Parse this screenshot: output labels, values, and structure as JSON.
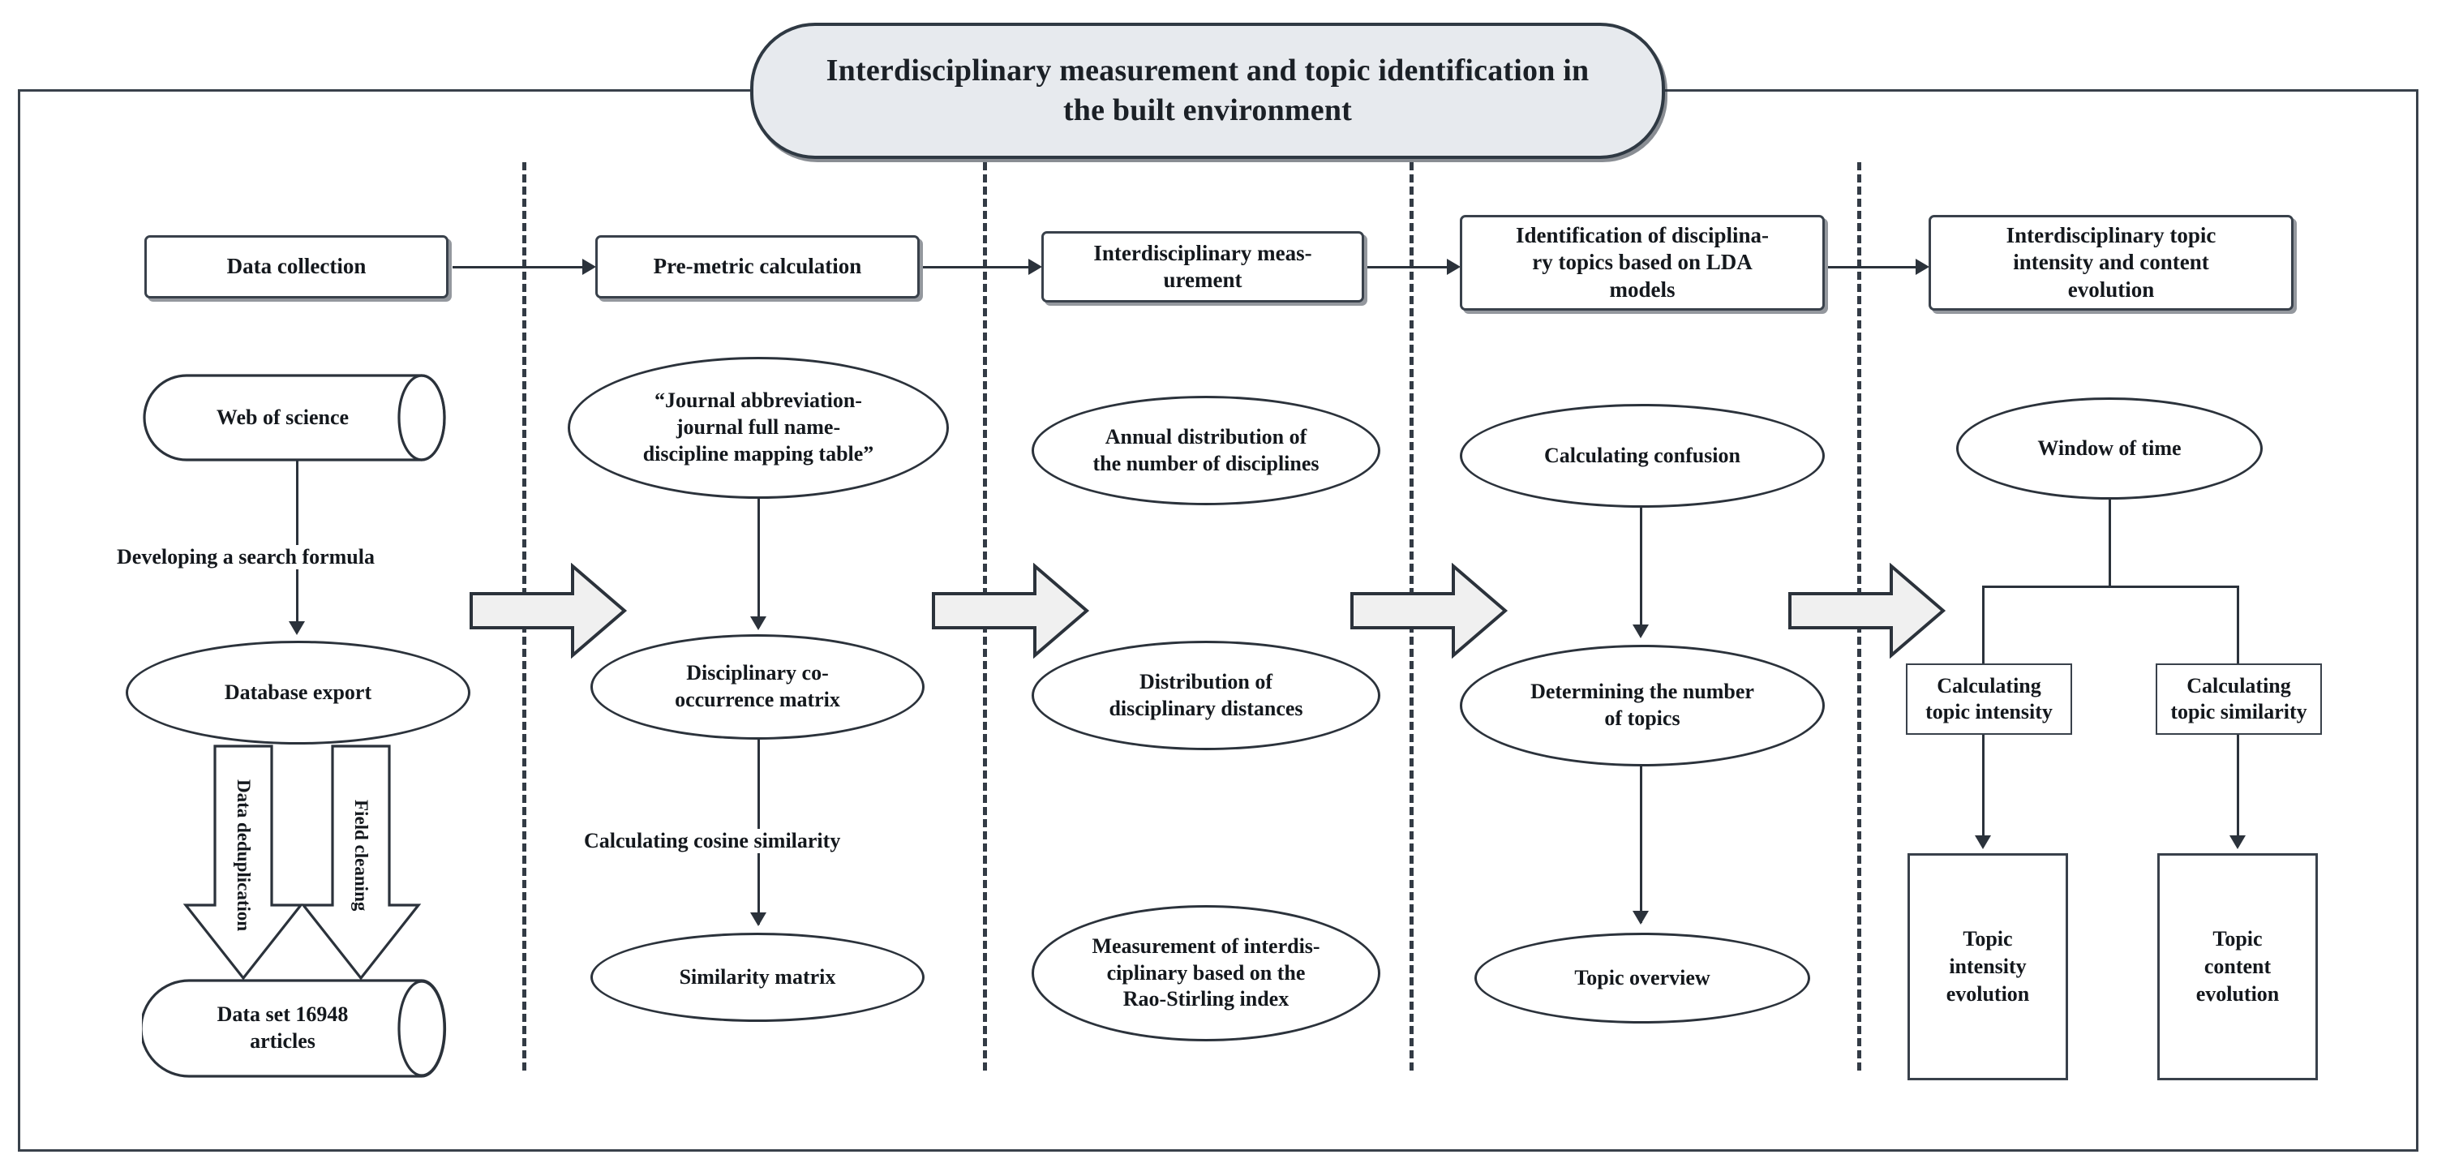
{
  "title": {
    "text": "Interdisciplinary measurement and topic identification in the built environment"
  },
  "colors": {
    "stroke": "#39414b",
    "title_fill": "#e7eaee",
    "block_arrow_fill": "#f0f0f0",
    "text": "#14181d"
  },
  "stages": [
    {
      "id": "data-collection",
      "label": "Data collection"
    },
    {
      "id": "pre-metric",
      "label": "Pre-metric calculation"
    },
    {
      "id": "interdisc-meas",
      "label": "Interdisciplinary meas-\nurement"
    },
    {
      "id": "lda-topics",
      "label": "Identification of disciplina-\nry topics based on LDA\nmodels"
    },
    {
      "id": "topic-evolution",
      "label": "Interdisciplinary topic\nintensity and content\nevolution"
    }
  ],
  "column1": {
    "source_db": "Web of science",
    "search_formula_label": "Developing a search formula",
    "database_export": "Database export",
    "arrow_left_label": "Data deduplication",
    "arrow_right_label": "Field cleaning",
    "dataset": "Data set 16948\narticles"
  },
  "column2": {
    "mapping_table": "“Journal abbreviation-\njournal full name-\ndiscipline mapping table”",
    "cooccurrence_matrix": "Disciplinary co-\noccurrence matrix",
    "cosine_label": "Calculating cosine similarity",
    "similarity_matrix": "Similarity matrix"
  },
  "column3": {
    "annual_distribution": "Annual distribution of\nthe number of disciplines",
    "distance_distribution": "Distribution of\ndisciplinary distances",
    "rao_stirling": "Measurement of interdis-\nciplinary based on the\nRao-Stirling index"
  },
  "column4": {
    "calculating_confusion": "Calculating confusion",
    "determining_topics": "Determining the number\nof topics",
    "topic_overview": "Topic overview"
  },
  "column5": {
    "window_of_time": "Window of time",
    "calc_intensity": "Calculating\ntopic intensity",
    "calc_similarity": "Calculating\ntopic similarity",
    "intensity_evolution": "Topic\nintensity\nevolution",
    "content_evolution": "Topic\ncontent\nevolution"
  }
}
